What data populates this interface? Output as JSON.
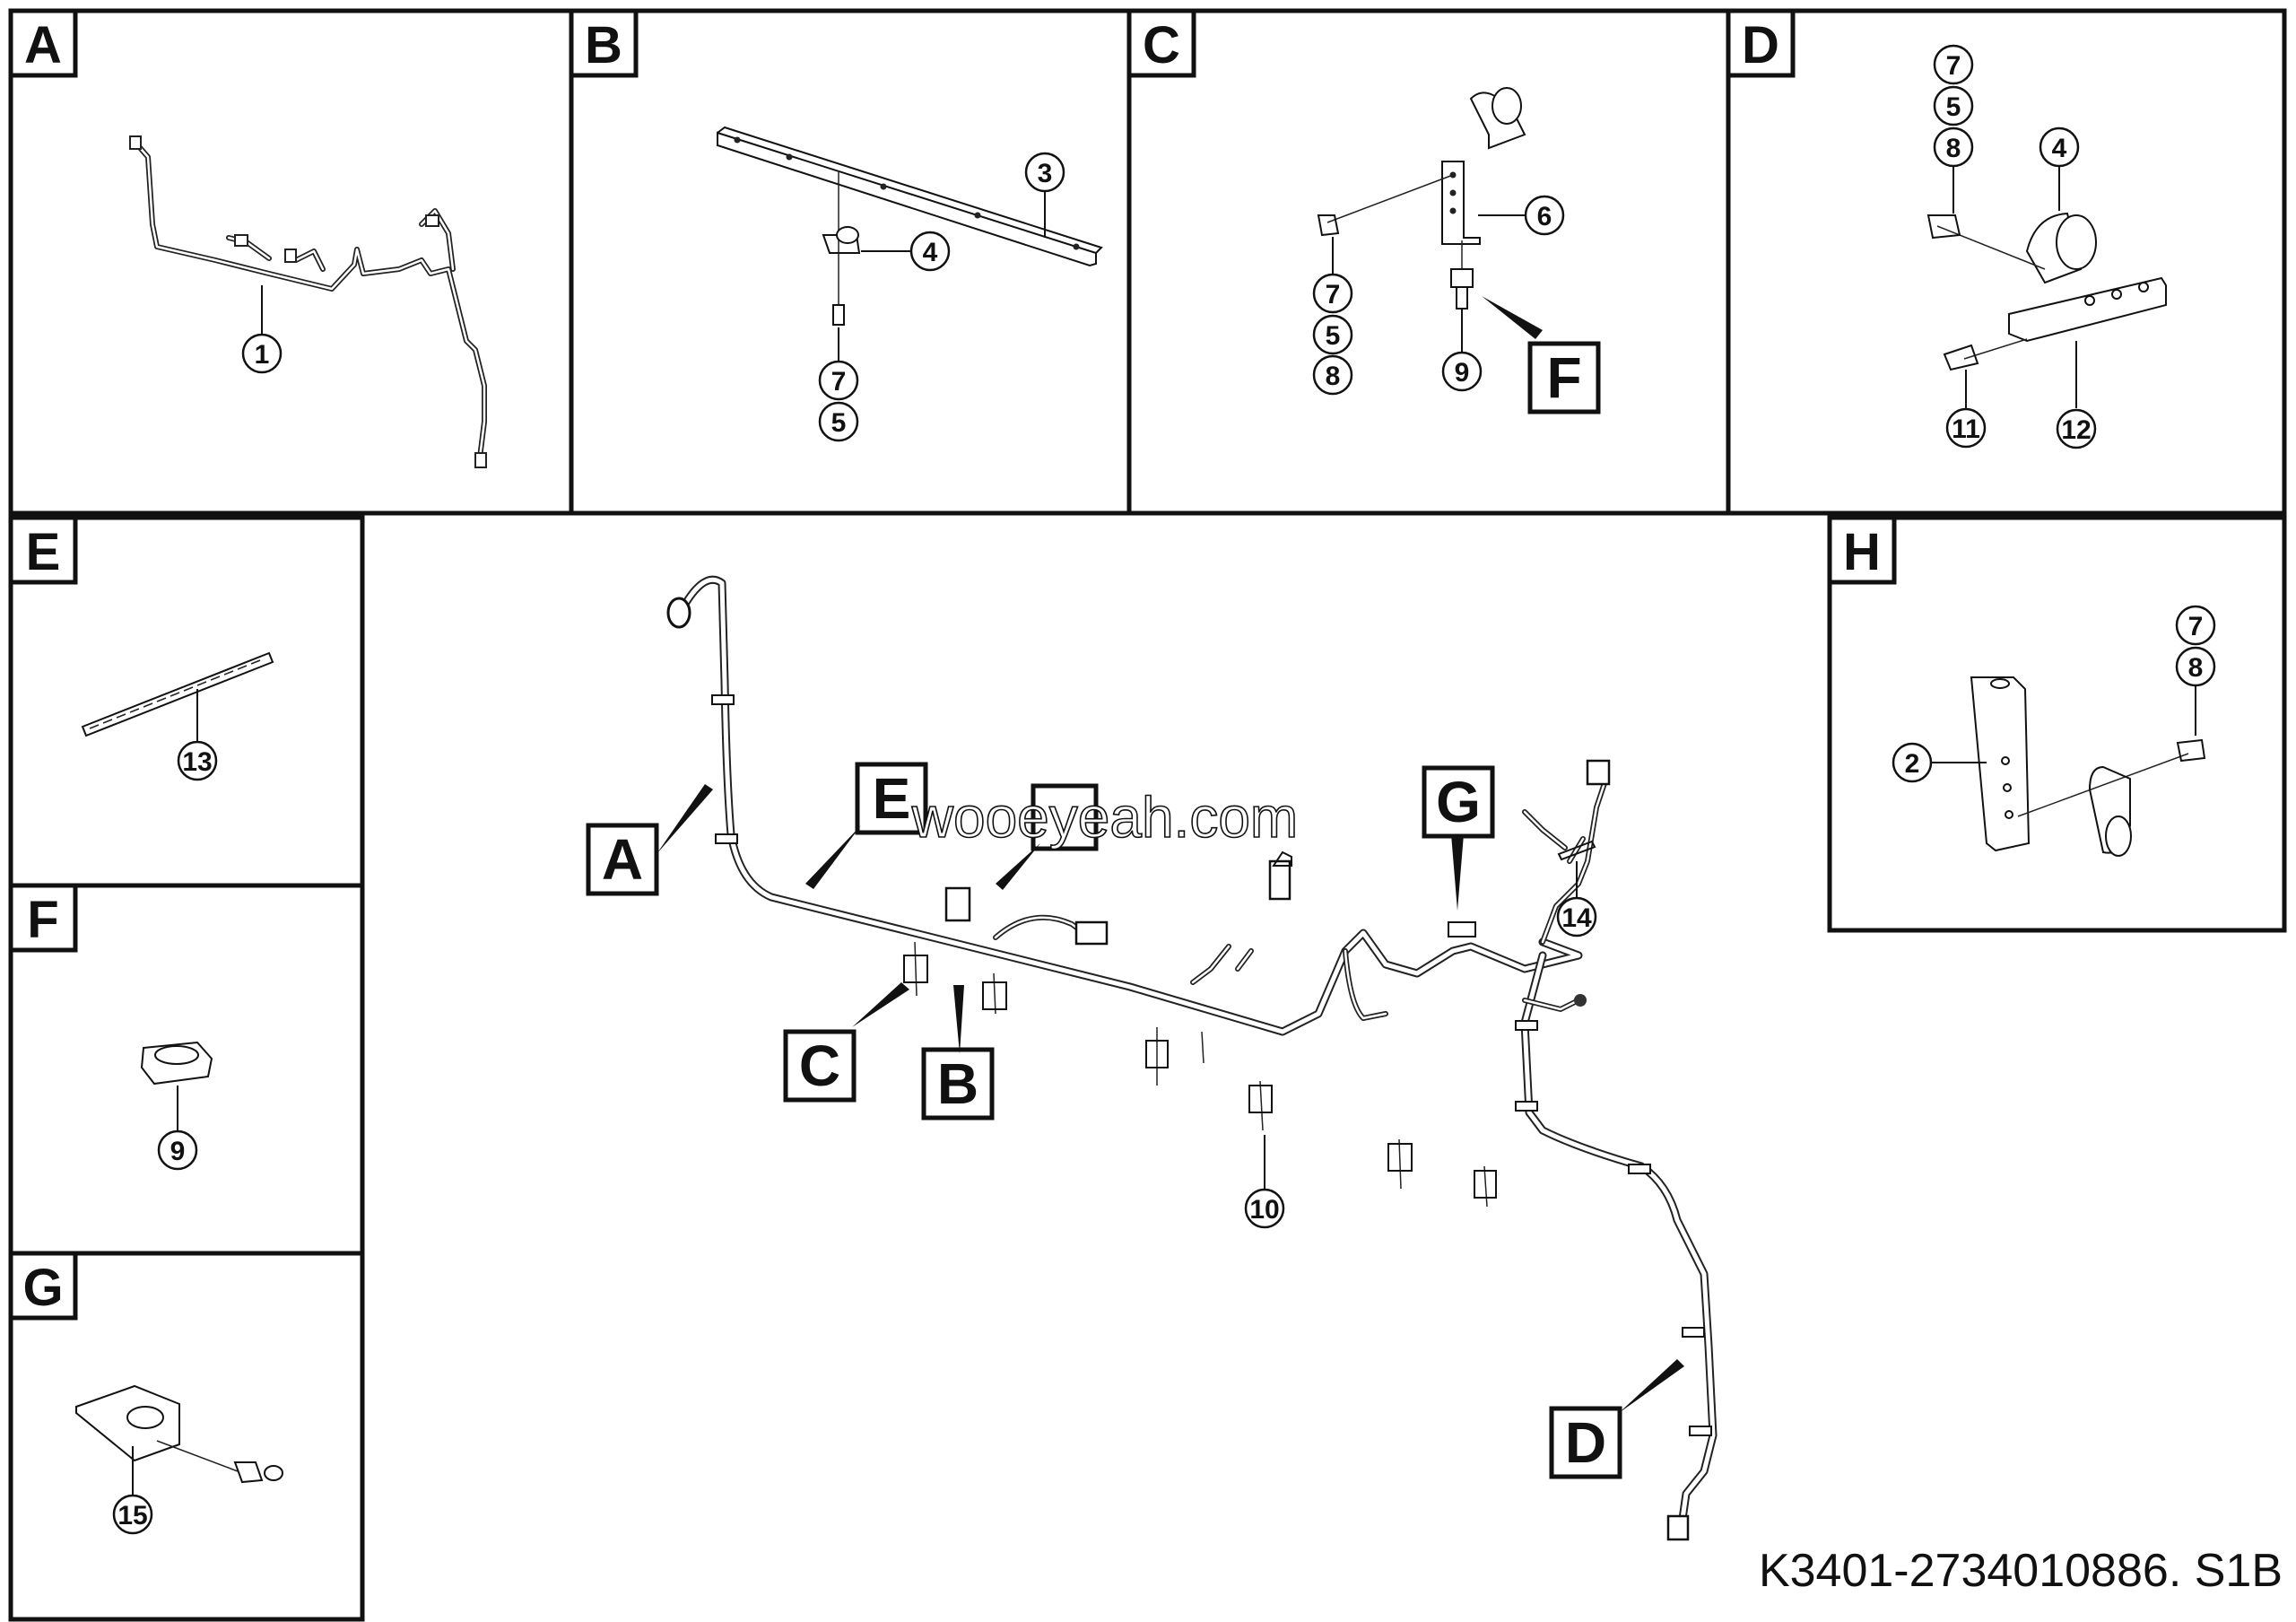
{
  "panels": {
    "A": {
      "letter": "A",
      "callouts": [
        "1"
      ]
    },
    "B": {
      "letter": "B",
      "callouts": [
        "3",
        "4",
        "7",
        "5"
      ]
    },
    "C": {
      "letter": "C",
      "callouts": [
        "6",
        "7",
        "5",
        "8",
        "9"
      ],
      "ref_label": "F"
    },
    "D": {
      "letter": "D",
      "callouts": [
        "7",
        "5",
        "8",
        "4",
        "11",
        "12"
      ]
    },
    "E": {
      "letter": "E",
      "callouts": [
        "13"
      ]
    },
    "F": {
      "letter": "F",
      "callouts": [
        "9"
      ]
    },
    "G": {
      "letter": "G",
      "callouts": [
        "15"
      ]
    },
    "H": {
      "letter": "H",
      "callouts": [
        "7",
        "8",
        "2"
      ]
    }
  },
  "main": {
    "view_labels": [
      "A",
      "E",
      "B",
      "C",
      "G",
      "D"
    ],
    "callouts": [
      "14",
      "10"
    ]
  },
  "watermark": "wooeyeah.com",
  "part_number": "K3401-2734010886. S1B"
}
